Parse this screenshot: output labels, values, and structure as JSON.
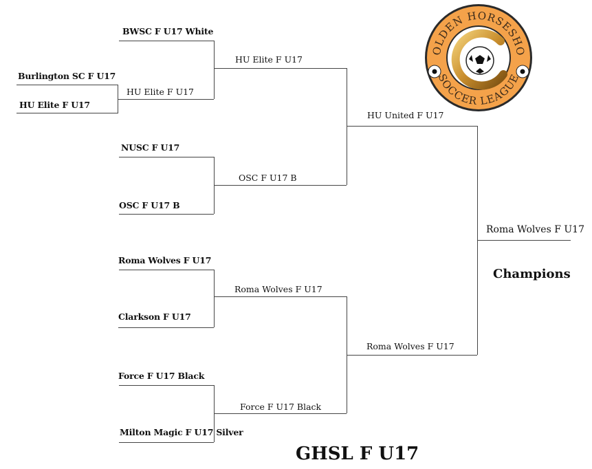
{
  "title": "GHSL F U17",
  "logo": {
    "top_text": "GOLDEN HORSESHOE",
    "bottom_text": "SOCCER LEAGUE",
    "ring_color": "#f4a24a",
    "gold_color": "#c98e2d"
  },
  "bracket": {
    "round1": {
      "teams": [
        "Burlington SC F U17",
        "HU Elite F U17"
      ]
    },
    "round2": {
      "teams": [
        "BWSC F U17 White",
        "HU Elite F U17",
        "NUSC F U17",
        "OSC F U17 B",
        "Roma Wolves F U17",
        "Clarkson F U17",
        "Force F U17 Black",
        "Milton Magic F U17 Silver"
      ]
    },
    "quarterfinal_winners": [
      "HU Elite F U17",
      "OSC F U17 B",
      "Roma Wolves F U17",
      "Force F U17 Black"
    ],
    "semifinal_winners": [
      "HU United F U17",
      "Roma Wolves F U17"
    ],
    "champion": "Roma Wolves F U17",
    "champion_label": "Champions"
  }
}
